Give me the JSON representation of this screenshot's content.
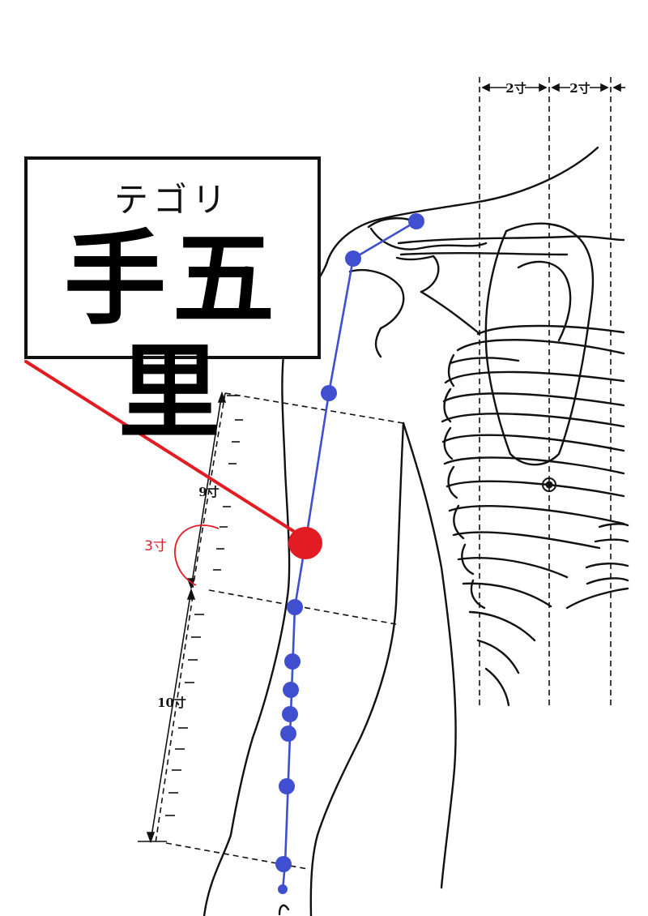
{
  "point": {
    "reading": "テゴリ",
    "name": "手五里"
  },
  "measurements": {
    "upper_arm": "9寸",
    "forearm": "10寸",
    "point_offset": "3寸",
    "chest_left": "2寸",
    "chest_right": "2寸"
  },
  "colors": {
    "meridian": "#3f4fd0",
    "highlight": "#e31b23",
    "highlight_text": "#d4242a",
    "outline": "#111111"
  }
}
